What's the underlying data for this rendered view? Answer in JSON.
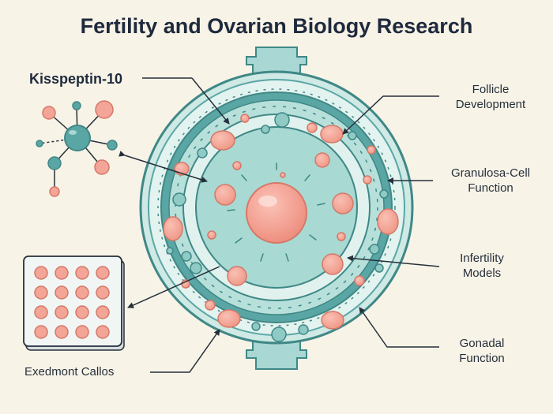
{
  "title": "Fertility and Ovarian Biology Research",
  "labels": {
    "kisspeptin": "Kisspeptin-10",
    "follicle_1": "Follicle",
    "follicle_2": "Development",
    "granulosa_1": "Granulosa-Cell",
    "granulosa_2": "Function",
    "infertility_1": "Infertility",
    "infertility_2": "Models",
    "gonadal_1": "Gonadal",
    "gonadal_2": "Function",
    "plate": "Exedmont Callos"
  },
  "colors": {
    "background": "#f8f3e7",
    "peach": "#f3a597",
    "peach_dark": "#d67868",
    "teal": "#5aa6a5",
    "teal_dark": "#3f8886",
    "teal_light": "#a9d7d3",
    "mint": "#d1ece7",
    "ink": "#25303b"
  },
  "icons": [
    "molecule-icon",
    "well-plate-icon",
    "ovarian-follicle-icon",
    "arrow-icon"
  ]
}
